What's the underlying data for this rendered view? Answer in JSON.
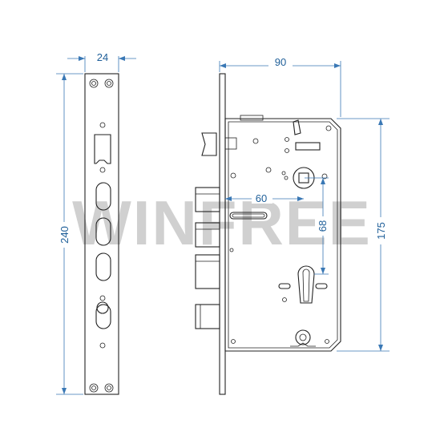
{
  "watermark": "WINFREE",
  "dimensions": {
    "faceplate_width": "24",
    "faceplate_height": "240",
    "body_width": "90",
    "body_height": "175",
    "backset": "60",
    "center_distance": "68"
  },
  "colors": {
    "dimension": "#3a78b5",
    "outline": "#222222",
    "watermark": "#d0d0d0"
  }
}
